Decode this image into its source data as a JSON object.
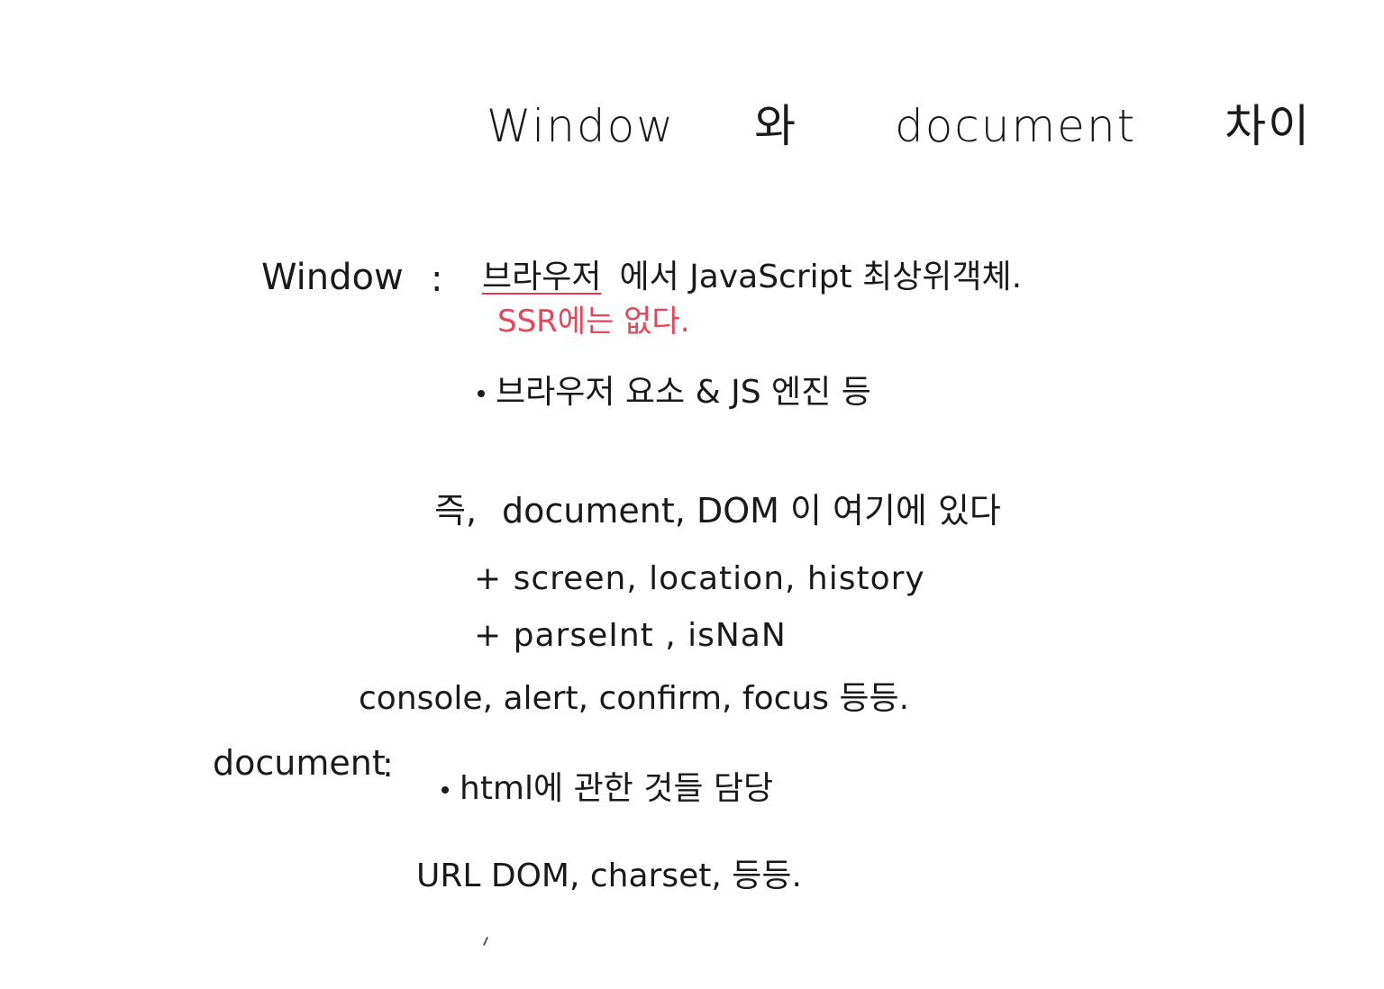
{
  "title": {
    "word1": "Window",
    "word2": "와",
    "word3": "document",
    "word4": "차이"
  },
  "window_section": {
    "label": "Window",
    "colon": ":",
    "desc_underlined": "브라우저",
    "desc_rest": "에서  JavaScript  최상위객체.",
    "ssr_note": "SSR에는 없다.",
    "bullet1": "브라우저 요소 & JS 엔진 등",
    "summary_prefix": "즉,",
    "summary_highlight": "document",
    "summary_rest": ",  DOM 이 여기에 있다",
    "plus_line1": "+   screen, location, history",
    "plus_line2": "+   parseInt ,  isNaN",
    "misc_line": "console,  alert,  confirm,  focus   등등."
  },
  "document_section": {
    "label": "document",
    "colon": ":",
    "bullet_text": "html에 관한 것들 담당",
    "examples": "URL    DOM,   charset,   등등."
  },
  "colors": {
    "yellow_highlight": "#f6d678",
    "green_highlight": "#c4e8c4",
    "red_text": "#e6455a"
  }
}
